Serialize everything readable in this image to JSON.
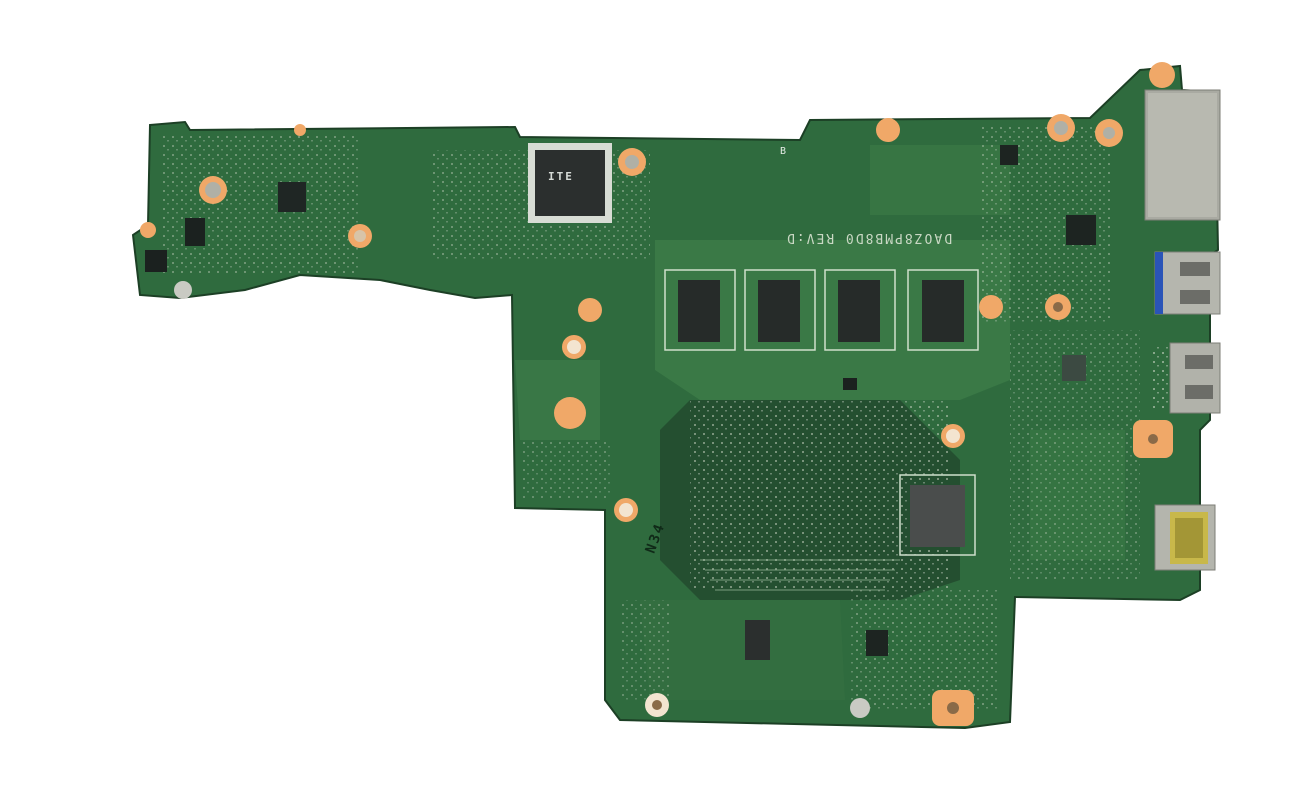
{
  "image": {
    "subject": "Laptop motherboard (green PCB), top view on white background",
    "background_color": "#ffffff",
    "pcb_color": "#2f6b3e",
    "pcb_dark_color": "#1f4a2b",
    "pcb_light_color": "#4f8a57",
    "mount_pad_color": "#f0a868",
    "metal_color": "#b7b7ad"
  },
  "silkscreen": {
    "board_id": "DAOZ8PMB8D0 REV:D",
    "marking_n34": "N34",
    "chip_logo": "ITE",
    "marker_b": "B"
  },
  "components": {
    "memory_chips": [
      {
        "name": "ram-chip-1"
      },
      {
        "name": "ram-chip-2"
      },
      {
        "name": "ram-chip-3"
      },
      {
        "name": "ram-chip-4"
      }
    ],
    "connectors": [
      {
        "name": "sd-card-slot"
      },
      {
        "name": "usb-3-port"
      },
      {
        "name": "hdmi-port"
      },
      {
        "name": "rj45-ethernet-port"
      }
    ],
    "chips": [
      {
        "name": "ite-embedded-controller"
      },
      {
        "name": "soc-processor"
      }
    ]
  }
}
